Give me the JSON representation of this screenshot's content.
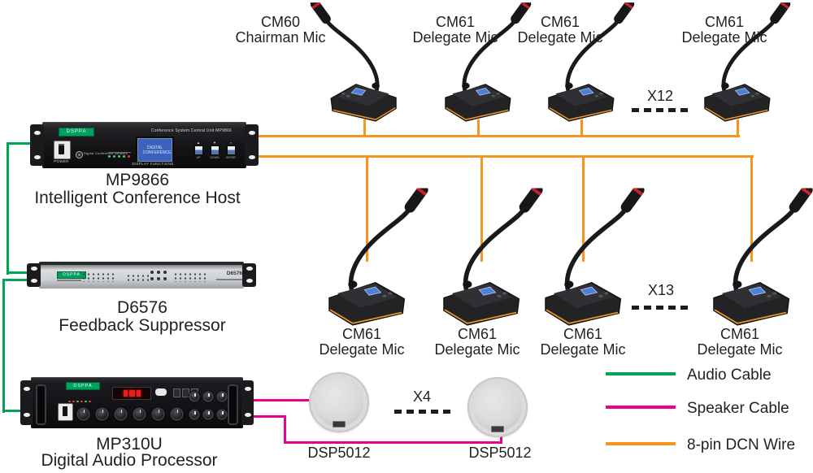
{
  "colors": {
    "audio_cable": "#00A651",
    "speaker_cable": "#EC008C",
    "dcn_wire": "#F7941D",
    "label_text": "#231F20"
  },
  "host": {
    "model": "MP9866",
    "name": "Intelligent Conference Host",
    "panel": {
      "brand": "DSPPA",
      "title": "Conference System Central Unit MP9866",
      "power": "POWER",
      "network": "Digital Conference Network",
      "display": "DIGITAL CONFERENCE",
      "display_caption": "DISPLAY FUNCTIONS",
      "buttons": [
        {
          "glyph": "▲",
          "label": "UP"
        },
        {
          "glyph": "▼",
          "label": "DOWN"
        },
        {
          "glyph": "▪",
          "label": "ENTER"
        }
      ]
    }
  },
  "suppressor": {
    "model": "D6576",
    "name": "Feedback Suppressor",
    "panel": {
      "brand": "DSPPA",
      "model_label": "D6576"
    }
  },
  "processor": {
    "model": "MP310U",
    "name": "Digital Audio Processor",
    "panel": {
      "brand": "DSPPA"
    }
  },
  "top_mics": {
    "items": [
      {
        "model": "CM60",
        "type": "Chairman Mic"
      },
      {
        "model": "CM61",
        "type": "Delegate Mic"
      },
      {
        "model": "CM61",
        "type": "Delegate Mic"
      },
      {
        "model": "CM61",
        "type": "Delegate Mic"
      }
    ],
    "multiplier": "X12"
  },
  "mid_mics": {
    "items": [
      {
        "model": "CM61",
        "type": "Delegate Mic"
      },
      {
        "model": "CM61",
        "type": "Delegate Mic"
      },
      {
        "model": "CM61",
        "type": "Delegate Mic"
      },
      {
        "model": "CM61",
        "type": "Delegate Mic"
      }
    ],
    "multiplier": "X13"
  },
  "speakers": {
    "items": [
      {
        "model": "DSP5012"
      },
      {
        "model": "DSP5012"
      }
    ],
    "multiplier": "X4"
  },
  "legend": {
    "items": [
      {
        "label": "Audio Cable"
      },
      {
        "label": "Speaker Cable"
      },
      {
        "label": "8-pin DCN Wire"
      }
    ]
  }
}
